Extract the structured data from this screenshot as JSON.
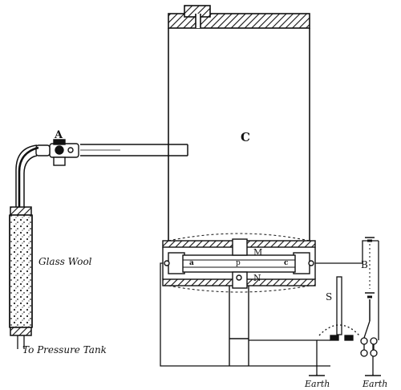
{
  "labels": {
    "a_upper": "A",
    "c_big": "C",
    "m": "M",
    "n": "N",
    "b": "B",
    "s": "S",
    "a_small": "a",
    "c_small": "c",
    "p_small": "p",
    "glass_wool": "Glass Wool",
    "pressure_tank": "To Pressure Tank",
    "earth_left": "Earth",
    "earth_right": "Earth"
  }
}
